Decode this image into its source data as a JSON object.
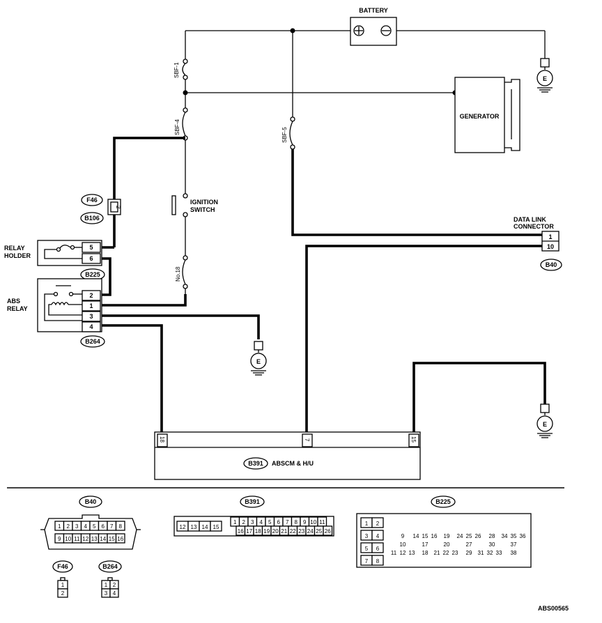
{
  "components": {
    "battery": "BATTERY",
    "generator": "GENERATOR",
    "ignition_switch": [
      "IGNITION",
      "SWITCH"
    ],
    "data_link_connector": [
      "DATA  LINK",
      "CONNECTOR"
    ],
    "relay_holder": [
      "RELAY",
      "HOLDER"
    ],
    "abs_relay": [
      "ABS",
      "RELAY"
    ],
    "abscm": "ABSCM & H/U",
    "ground": "E"
  },
  "fuses": {
    "sbf1": "SBF-1",
    "sbf4": "SBF-4",
    "sbf5": "SBF-5",
    "no18": "No.18"
  },
  "connectors": {
    "f46": "F46",
    "b106": "B106",
    "b225": "B225",
    "b264": "B264",
    "b40": "B40",
    "b391": "B391"
  },
  "pins": {
    "f46_b106": "2",
    "relay_holder": [
      "5",
      "6"
    ],
    "abs_relay": [
      "2",
      "1",
      "3",
      "4"
    ],
    "dlc": [
      "1",
      "10"
    ],
    "abscm": [
      "18",
      "7",
      "15"
    ]
  },
  "legend": {
    "b40_title": "B40",
    "b40_row1": [
      "1",
      "2",
      "3",
      "4",
      "5",
      "6",
      "7",
      "8"
    ],
    "b40_row2": [
      "9",
      "10",
      "11",
      "12",
      "13",
      "14",
      "15",
      "16"
    ],
    "b391_title": "B391",
    "b391_left": [
      "12",
      "13",
      "14",
      "15"
    ],
    "b391_top": [
      "1",
      "2",
      "3",
      "4",
      "5",
      "6",
      "7",
      "8",
      "9",
      "10",
      "11"
    ],
    "b391_bottom": [
      "16",
      "17",
      "18",
      "19",
      "20",
      "21",
      "22",
      "23",
      "24",
      "25",
      "26"
    ],
    "b225_title": "B225",
    "b225_left": [
      "1",
      "2",
      "3",
      "4",
      "5",
      "6",
      "7",
      "8"
    ],
    "b225_r1": [
      "9",
      "14",
      "15",
      "16",
      "19",
      "24",
      "25",
      "26",
      "28",
      "34",
      "35",
      "36"
    ],
    "b225_r2": [
      "10",
      "17",
      "20",
      "27",
      "30",
      "37"
    ],
    "b225_r3": [
      "11",
      "12",
      "13",
      "18",
      "21",
      "22",
      "23",
      "29",
      "31",
      "32",
      "33",
      "38"
    ],
    "f46_title": "F46",
    "f46_pins": [
      "1",
      "2"
    ],
    "b264_title": "B264",
    "b264_pins": [
      "1",
      "2",
      "3",
      "4"
    ]
  },
  "figure_code": "ABS00565"
}
